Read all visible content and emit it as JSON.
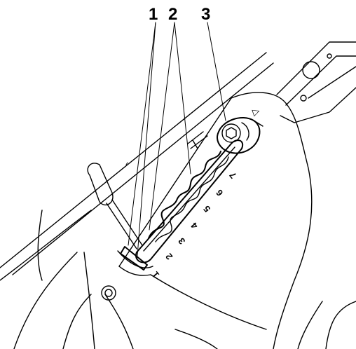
{
  "callouts": {
    "label_1": "1",
    "label_2": "2",
    "label_3": "3"
  },
  "scale": {
    "marks": [
      "1",
      "2",
      "3",
      "4",
      "5",
      "6",
      "7"
    ]
  },
  "indicator_glyph": "▷"
}
